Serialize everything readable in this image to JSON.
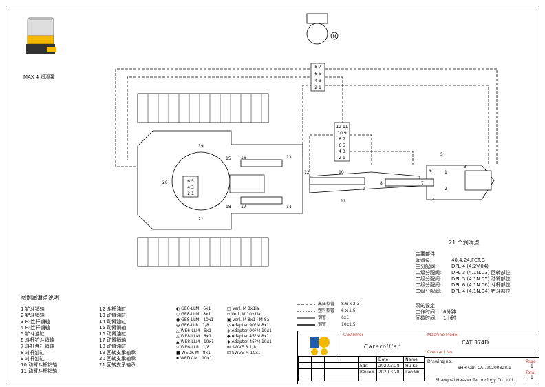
{
  "pump": {
    "caption": "MAX 4 润滑泵"
  },
  "diagram": {
    "motor": "M",
    "pump_blocks": [
      "8 7",
      "6 5",
      "4 3",
      "2 1"
    ],
    "dpl5_blocks": [
      "12 11",
      "10 9",
      "8 7",
      "6 5",
      "4 3",
      "2 1"
    ],
    "dpl3_blocks": [
      "6 5",
      "4 3",
      "2 1"
    ],
    "point_numbers": [
      "1",
      "2",
      "3",
      "4",
      "5",
      "6",
      "7",
      "8",
      "9",
      "10",
      "11",
      "12",
      "13",
      "14",
      "15",
      "16",
      "17",
      "18",
      "19",
      "20",
      "21"
    ],
    "points_count": "21 个润滑点"
  },
  "legend": {
    "title": "图例润滑点说明",
    "col1": [
      "1  铲斗销轴",
      "2  铲斗销轴",
      "3  H-连杆销轴",
      "4  H-连杆销轴",
      "5  铲斗油缸",
      "6  斗杆铲斗销轴",
      "7  斗杆连杆销轴",
      "8  斗杆油缸",
      "9  斗杆油缸",
      "10 动臂斗杆销轴",
      "11 动臂斗杆销轴"
    ],
    "col2": [
      "12 斗杆油缸",
      "13 动臂油缸",
      "14 动臂油缸",
      "15 动臂销轴",
      "16 动臂油缸",
      "17 动臂销轴",
      "18 动臂油缸",
      "19 回转支承轴承",
      "20 回转支承轴承",
      "21 回转支承轴承"
    ],
    "fittings_a": [
      {
        "sym": "◐",
        "name": "GE6-LLM",
        "size": "6x1"
      },
      {
        "sym": "○",
        "name": "GE8-LLM",
        "size": "8x1"
      },
      {
        "sym": "●",
        "name": "GE8-LLM",
        "size": "10x1"
      },
      {
        "sym": "◒",
        "name": "GE6-LLR",
        "size": "1/8"
      },
      {
        "sym": "△",
        "name": "WE6-LLM",
        "size": "6x1"
      },
      {
        "sym": "△",
        "name": "WE8-LLM",
        "size": "8x1"
      },
      {
        "sym": "▲",
        "name": "WE8-LLM",
        "size": "10x1"
      },
      {
        "sym": "▽",
        "name": "WE6-LLR",
        "size": "1/8"
      },
      {
        "sym": "■",
        "name": "WEDK M",
        "size": "8x1"
      },
      {
        "sym": "▪",
        "name": "WEDK M",
        "size": "10x1"
      }
    ],
    "fittings_b": [
      {
        "sym": "□",
        "name": "Verl. M  8x1ia"
      },
      {
        "sym": "▫",
        "name": "Verl. M  10x1ia"
      },
      {
        "sym": "▣",
        "name": "Verl. M  8x1 i M 8a"
      },
      {
        "sym": "◇",
        "name": "Adapter 90°M  8x1"
      },
      {
        "sym": "◈",
        "name": "Adapter 90°M  10x1"
      },
      {
        "sym": "◆",
        "name": "Adapter 45°M  8x1"
      },
      {
        "sym": "◆",
        "name": "Adapter 45°M  10x1"
      },
      {
        "sym": "⊠",
        "name": "SWVE R  1/8"
      },
      {
        "sym": "⊡",
        "name": "SWVE M  10x1"
      }
    ],
    "lines": [
      {
        "label": "高压软管",
        "size": "8.6 x 2.3"
      },
      {
        "label": "塑料软管",
        "size": "6 x 1.5"
      },
      {
        "label": "钢管",
        "size": "6x1"
      },
      {
        "label": "钢管",
        "size": "10x1.5"
      }
    ]
  },
  "components": {
    "title": "主要部件",
    "rows": [
      {
        "k": "润滑泵:",
        "v": "40.4.24.FCT.G"
      },
      {
        "k": "主分配阀:",
        "v": "DPL 4 (4.2V.04)"
      },
      {
        "k": "二级分配阀:",
        "v": "DPL 3 (4.1N.03) 回转部位"
      },
      {
        "k": "二级分配阀:",
        "v": "DPL 5 (4.1N.05) 动臂部位"
      },
      {
        "k": "二级分配阀:",
        "v": "DPL 6 (4.1N.06) 斗杆部位"
      },
      {
        "k": "二级分配阀:",
        "v": "DPL 4 (4.1N.04) 铲斗部位"
      }
    ]
  },
  "settings": {
    "title": "泵的设定",
    "rows": [
      {
        "k": "工作时间:",
        "v": "6分钟"
      },
      {
        "k": "间歇时间:",
        "v": "1小时"
      }
    ]
  },
  "titleblock": {
    "customer_label": "Customer",
    "customer": "Caterpillar",
    "machine_label": "Machine Model",
    "machine": "CAT  374D",
    "contract_label": "Contract No.",
    "drawing_label": "Drawing no.",
    "drawing": "SHH-Con-CAT.20200328.1",
    "date_label": "Date",
    "name_label": "Name",
    "edit_label": "Edit",
    "edit_date": "2020.3.28",
    "edit_name": "Hu Kai",
    "review_label": "Review",
    "review_date": "2020.3.28",
    "review_name": "Lao Wu",
    "company": "Shanghai Hessler Technology  Co., Ltd.",
    "page_label": "Page",
    "page": "1",
    "total_label": "Total",
    "total": "1"
  }
}
